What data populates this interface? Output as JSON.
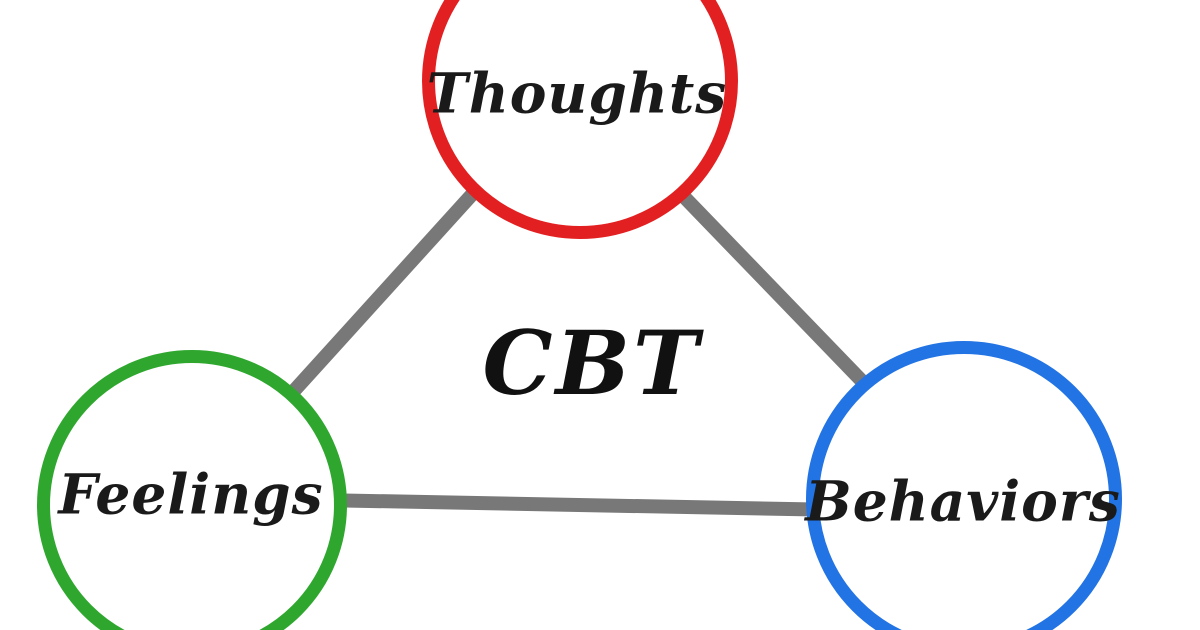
{
  "diagram": {
    "title": "CBT",
    "background_color": "#ffffff",
    "edge_color": "#787878",
    "text_color": "#1a1a1a",
    "nodes": [
      {
        "id": "thoughts",
        "label": "Thoughts",
        "color": "#e32021",
        "position": "top-center"
      },
      {
        "id": "feelings",
        "label": "Feelings",
        "color": "#2fa72f",
        "position": "bottom-left"
      },
      {
        "id": "behaviors",
        "label": "Behaviors",
        "color": "#2273e3",
        "position": "bottom-right"
      }
    ],
    "edges": [
      {
        "from": "thoughts",
        "to": "feelings"
      },
      {
        "from": "thoughts",
        "to": "behaviors"
      },
      {
        "from": "feelings",
        "to": "behaviors"
      }
    ]
  }
}
